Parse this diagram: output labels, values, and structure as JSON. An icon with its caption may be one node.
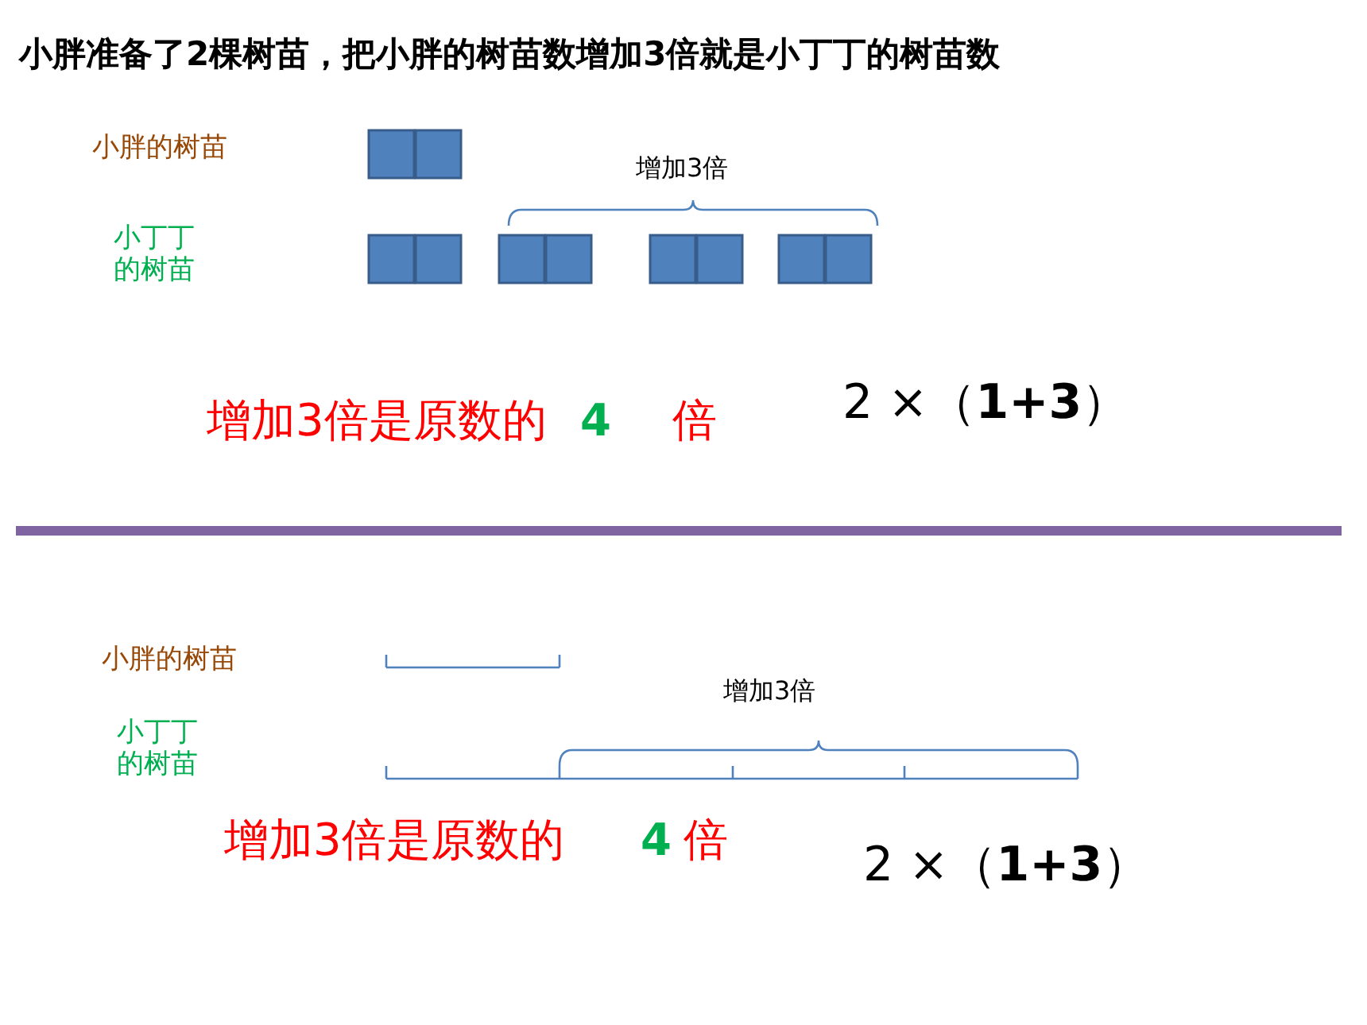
{
  "diagram": {
    "title": "小胖准备了2棵树苗，把小胖的树苗数增加3倍就是小丁丁的树苗数",
    "labels": [
      "小胖的树苗",
      "增加3倍",
      "小丁丁的树苗",
      "增加3倍是原数的",
      "4",
      "倍",
      "2 ×（**1+3**）",
      "小胖的树苗",
      "增加3倍",
      "小丁丁的树苗",
      "增加3倍是原数的",
      "4",
      "倍",
      "2 ×（**1+3**）"
    ]
  }
}
